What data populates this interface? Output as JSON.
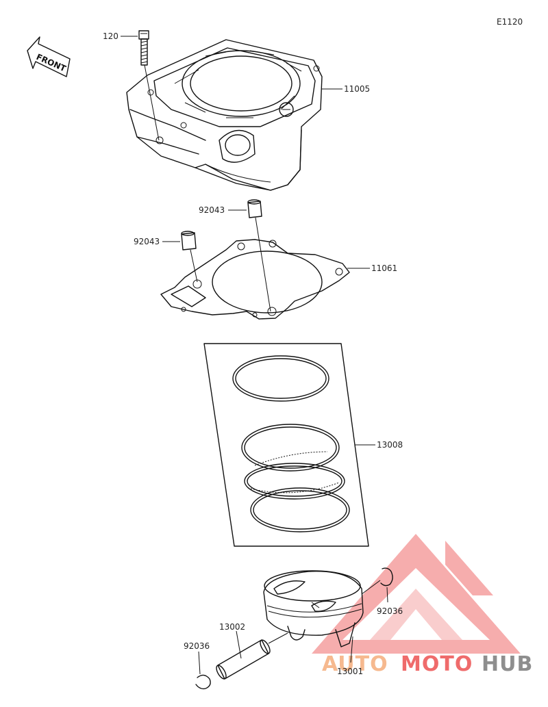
{
  "diagram": {
    "code": "E1120",
    "front_label": "FRONT",
    "parts": [
      {
        "number": "120"
      },
      {
        "number": "11005"
      },
      {
        "number": "92043"
      },
      {
        "number": "92043"
      },
      {
        "number": "11061"
      },
      {
        "number": "13008"
      },
      {
        "number": "92036"
      },
      {
        "number": "13002"
      },
      {
        "number": "92036"
      },
      {
        "number": "13001"
      }
    ]
  },
  "watermark": {
    "part1": "AUTO",
    "part2": "MOTO",
    "part3": "HUB",
    "color_orange": "#f6b98f",
    "color_red": "#ef6b6b",
    "color_gray": "#8e8e8e"
  }
}
